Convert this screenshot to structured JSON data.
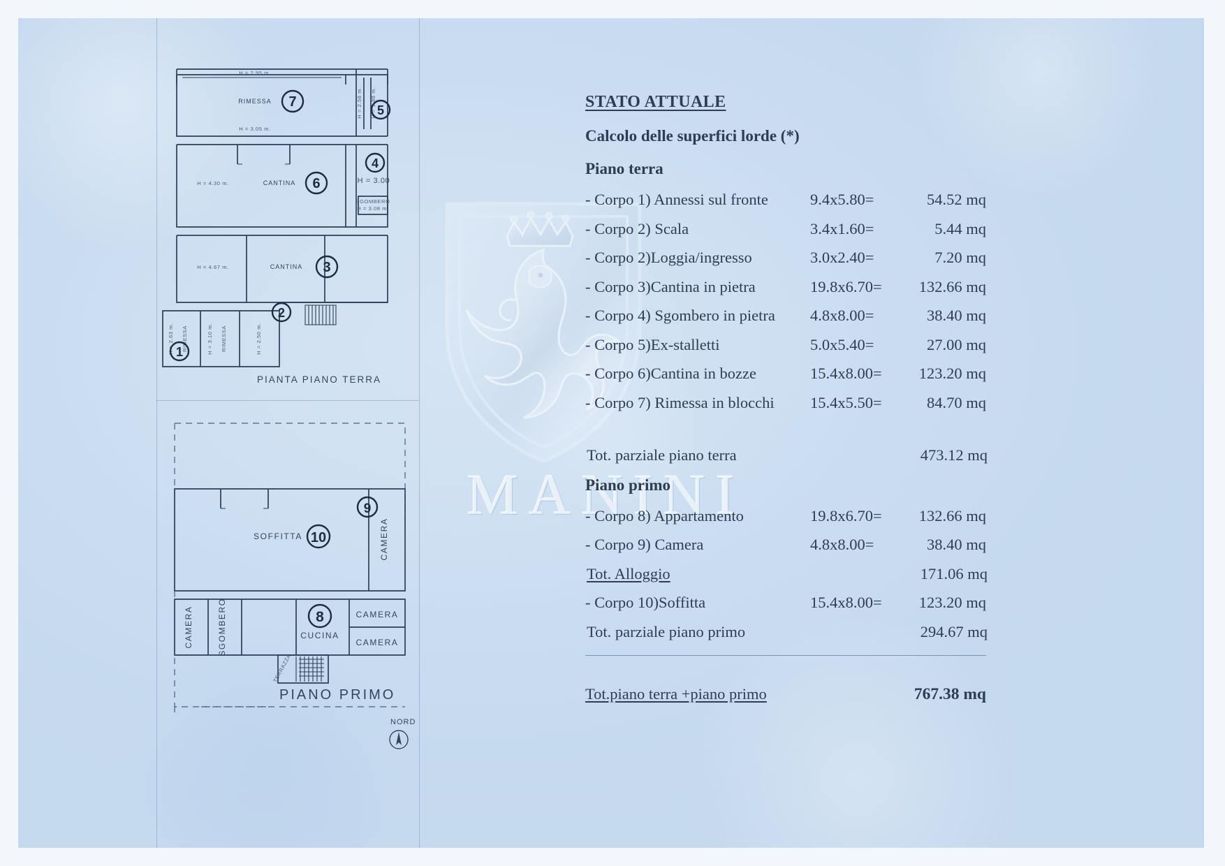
{
  "document": {
    "watermark_text": "MANINI",
    "title": "STATO ATTUALE",
    "subtitle": "Calcolo delle superfici lorde (*)"
  },
  "calc": {
    "floor_ground_heading": "Piano terra",
    "floor_first_heading": "Piano primo",
    "rows_ground": [
      {
        "label": "- Corpo 1) Annessi sul fronte",
        "dim": "9.4x5.80=",
        "result": "54.52 mq"
      },
      {
        "label": "- Corpo 2) Scala",
        "dim": "3.4x1.60=",
        "result": "5.44 mq"
      },
      {
        "label": "- Corpo 2)Loggia/ingresso",
        "dim": "3.0x2.40=",
        "result": "7.20 mq"
      },
      {
        "label": "- Corpo 3)Cantina in pietra",
        "dim": "19.8x6.70=",
        "result": "132.66 mq"
      },
      {
        "label": "- Corpo 4) Sgombero in pietra",
        "dim": "4.8x8.00=",
        "result": "38.40 mq"
      },
      {
        "label": "- Corpo 5)Ex-stalletti",
        "dim": "5.0x5.40=",
        "result": "27.00 mq"
      },
      {
        "label": "- Corpo 6)Cantina in bozze",
        "dim": "15.4x8.00=",
        "result": "123.20 mq"
      },
      {
        "label": "- Corpo 7) Rimessa in blocchi",
        "dim": "15.4x5.50=",
        "result": "84.70 mq"
      }
    ],
    "subtotal_ground": {
      "label": "Tot. parziale piano terra",
      "dim": "",
      "result": "473.12 mq"
    },
    "rows_first": [
      {
        "label": "- Corpo 8) Appartamento",
        "dim": "19.8x6.70=",
        "result": "132.66 mq"
      },
      {
        "label": "- Corpo 9) Camera",
        "dim": "4.8x8.00=",
        "result": "38.40 mq"
      }
    ],
    "subtotal_alloggio": {
      "label": "Tot. Alloggio",
      "dim": "",
      "result": "171.06 mq"
    },
    "row_soffitta": {
      "label": "- Corpo 10)Soffitta",
      "dim": "15.4x8.00=",
      "result": "123.20 mq"
    },
    "subtotal_first": {
      "label": "Tot. parziale piano primo",
      "dim": "",
      "result": "294.67 mq"
    },
    "grand_total": {
      "label": "Tot.piano terra +piano primo",
      "result": "767.38 mq"
    }
  },
  "plans": {
    "ground": {
      "caption": "PIANTA PIANO TERRA",
      "rooms": [
        {
          "name": "RIMESSA",
          "marker": "7"
        },
        {
          "name": "CANTINA",
          "marker": "6"
        },
        {
          "name": "CANTINA",
          "marker": "3"
        },
        {
          "name": "",
          "marker": "5"
        },
        {
          "name": "",
          "marker": "4"
        },
        {
          "name": "",
          "marker": "2"
        },
        {
          "name": "RIMESSA",
          "marker": "1"
        },
        {
          "name": "RIMESSA",
          "marker": ""
        },
        {
          "name": "SGOMBERO",
          "marker": ""
        }
      ],
      "heights": [
        "H = 2.95 m.",
        "H = 3.05 m.",
        "H = 4.30 m.",
        "H = 4.67 m.",
        "H = 3.00",
        "H = 3.08 m.",
        "H = 2.50 m.",
        "H = 3.10 m.",
        "H = 2.63 m.",
        "H = 1.88 m.",
        "H = 3.00 m.",
        "H = 2.58 m."
      ],
      "marker_4_height": "H = 3.00",
      "label_sgombero": "SGOMBERO"
    },
    "first": {
      "caption": "PIANO PRIMO",
      "north_label": "NORD",
      "rooms": [
        {
          "name": "SOFFITTA",
          "marker": "10"
        },
        {
          "name": "CAMERA",
          "marker": "9"
        },
        {
          "name": "CUCINA",
          "marker": "8"
        },
        {
          "name": "CAMERA",
          "marker": ""
        },
        {
          "name": "SGOMBERO",
          "marker": ""
        },
        {
          "name": "CAMERA",
          "marker": ""
        },
        {
          "name": "CAMERA",
          "marker": ""
        }
      ],
      "terrace_label": "TERRAZZA"
    }
  },
  "colors": {
    "paper": "#cfe0f2",
    "ink": "#2e3d52",
    "line": "#2c3f57"
  }
}
